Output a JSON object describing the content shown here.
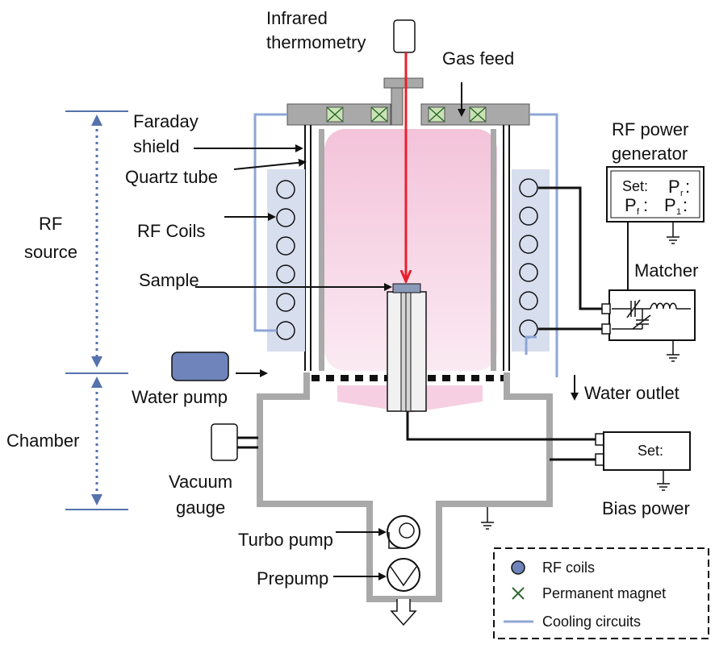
{
  "labels": {
    "infrared_1": "Infrared",
    "infrared_2": "thermometry",
    "gas_feed": "Gas feed",
    "faraday_1": "Faraday",
    "faraday_2": "shield",
    "quartz_tube": "Quartz tube",
    "rf_coils": "RF Coils",
    "sample": "Sample",
    "rf_source_1": "RF",
    "rf_source_2": "source",
    "chamber": "Chamber",
    "water_pump": "Water pump",
    "vacuum_gauge_1": "Vacuum",
    "vacuum_gauge_2": "gauge",
    "turbo_pump": "Turbo pump",
    "prepump": "Prepump",
    "rf_gen_1": "RF power",
    "rf_gen_2": "generator",
    "matcher": "Matcher",
    "water_outlet": "Water outlet",
    "bias_power": "Bias power"
  },
  "rf_generator_display": {
    "set": "Set:",
    "pr": "P",
    "pr_sub": "r",
    "pr_colon": ":",
    "pf": "P",
    "pf_sub": "f",
    "pf_colon": ":",
    "p1": "P",
    "p1_sub": "1",
    "p1_colon": ":"
  },
  "bias_display": {
    "set": "Set:"
  },
  "legend": {
    "rf_coils": "RF coils",
    "permanent_magnet": "Permanent  magnet",
    "cooling_circuits": "Cooling circuits"
  },
  "colors": {
    "wall": "#a9a9a9",
    "plasma": "#f6d0e2",
    "coil_panel": "#d7deee",
    "cooling": "#8ea6d4",
    "laser": "#e8202a",
    "pump_body": "#6f84ba"
  }
}
